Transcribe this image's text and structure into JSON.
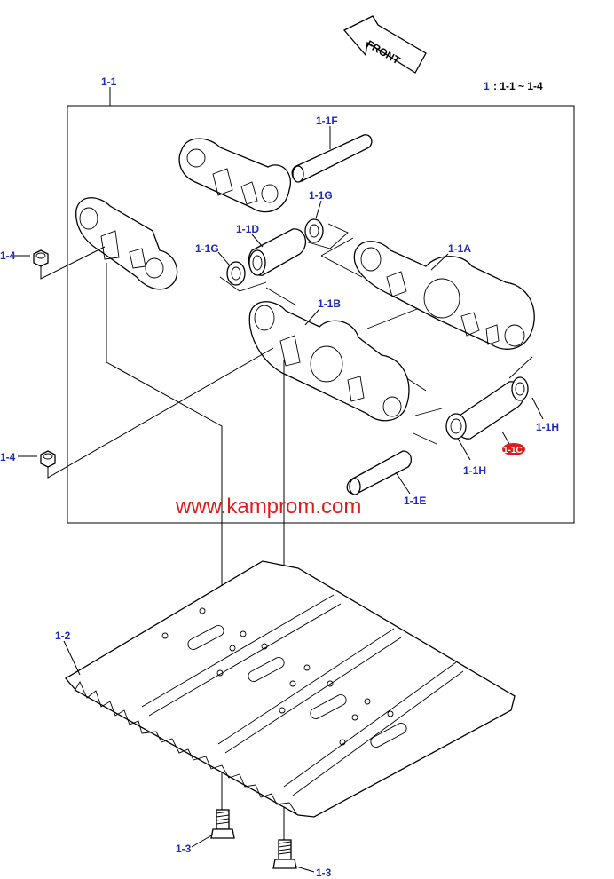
{
  "front_label": "FRONT",
  "set_note": {
    "prefix": "1",
    "range": ": 1-1 ~ 1-4"
  },
  "watermark": "www.kamprom.com",
  "highlight_color": "#e01b1b",
  "label_color": "#1f2bb5",
  "labels": {
    "l_1_1": "1-1",
    "l_1_1F": "1-1F",
    "l_1_1G_top": "1-1G",
    "l_1_1D": "1-1D",
    "l_1_1G_left": "1-1G",
    "l_1_1A": "1-1A",
    "l_1_1B": "1-1B",
    "l_1_1H_right": "1-1H",
    "l_1_1C": "1-1C",
    "l_1_1H_bottom": "1-1H",
    "l_1_1E": "1-1E",
    "l_1_4_top": "1-4",
    "l_1_4_bottom": "1-4",
    "l_1_2": "1-2",
    "l_1_3_left": "1-3",
    "l_1_3_right": "1-3"
  }
}
